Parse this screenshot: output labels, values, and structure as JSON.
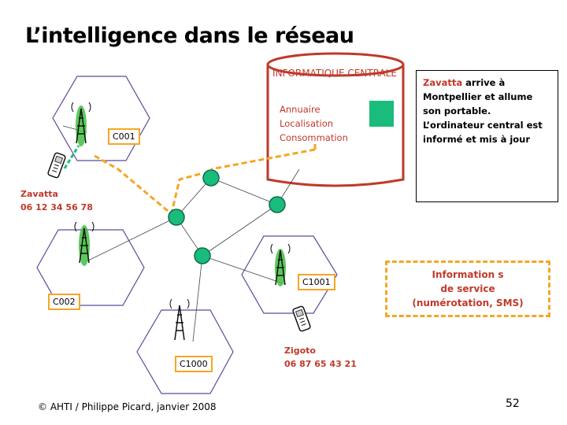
{
  "title": "L’intelligence dans le réseau",
  "central": {
    "title": "INFORMATIQUE CENTRALE",
    "items": [
      "Annuaire",
      "Localisation",
      "Consommation"
    ]
  },
  "cells": {
    "c001": "C001",
    "c002": "C002",
    "c1000": "C1000",
    "c1001": "C1001"
  },
  "info_box": {
    "name": "Zavatta",
    "text": " arrive à Montpellier et allume son portable. L’ordinateur central est informé et mis à jour"
  },
  "service_box": {
    "line1": "Information s",
    "line2": "de service",
    "line3": "(numérotation, SMS)"
  },
  "persons": {
    "zavatta": {
      "name": "Zavatta",
      "number": "06 12 34 56 78"
    },
    "zigoto": {
      "name": "Zigoto",
      "number": "06 87 65 43  21"
    }
  },
  "footer": "© AHTI / Philippe Picard, janvier 2008",
  "page_number": "52",
  "colors": {
    "orange": "#f5a623",
    "green_node": "#1abc7c",
    "antenna_green": "#3fbf3f",
    "red_text": "#c0392b",
    "hex_purple": "#5b4a9a"
  }
}
